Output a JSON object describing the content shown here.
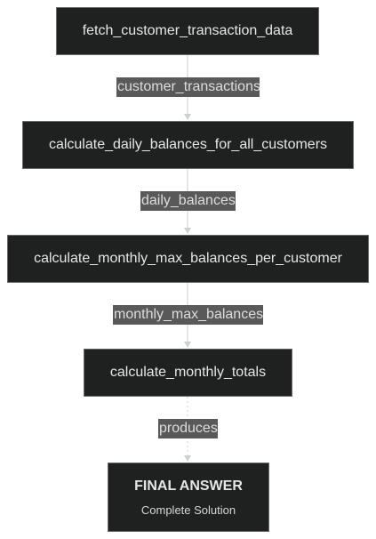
{
  "nodes": [
    {
      "label": "fetch_customer_transaction_data"
    },
    {
      "label": "calculate_daily_balances_for_all_customers"
    },
    {
      "label": "calculate_monthly_max_balances_per_customer"
    },
    {
      "label": "calculate_monthly_totals"
    }
  ],
  "final": {
    "title": "FINAL ANSWER",
    "subtitle": "Complete Solution"
  },
  "edges": [
    {
      "label": "customer_transactions",
      "style": "solid"
    },
    {
      "label": "daily_balances",
      "style": "solid"
    },
    {
      "label": "monthly_max_balances",
      "style": "solid"
    },
    {
      "label": "produces",
      "style": "dotted"
    }
  ],
  "colors": {
    "node_fill": "#1f2020",
    "node_border": "#6b6b6b",
    "node_text": "#e6e6e6",
    "edge_label_fill": "#595959",
    "edge_line": "#cfcfcf"
  }
}
